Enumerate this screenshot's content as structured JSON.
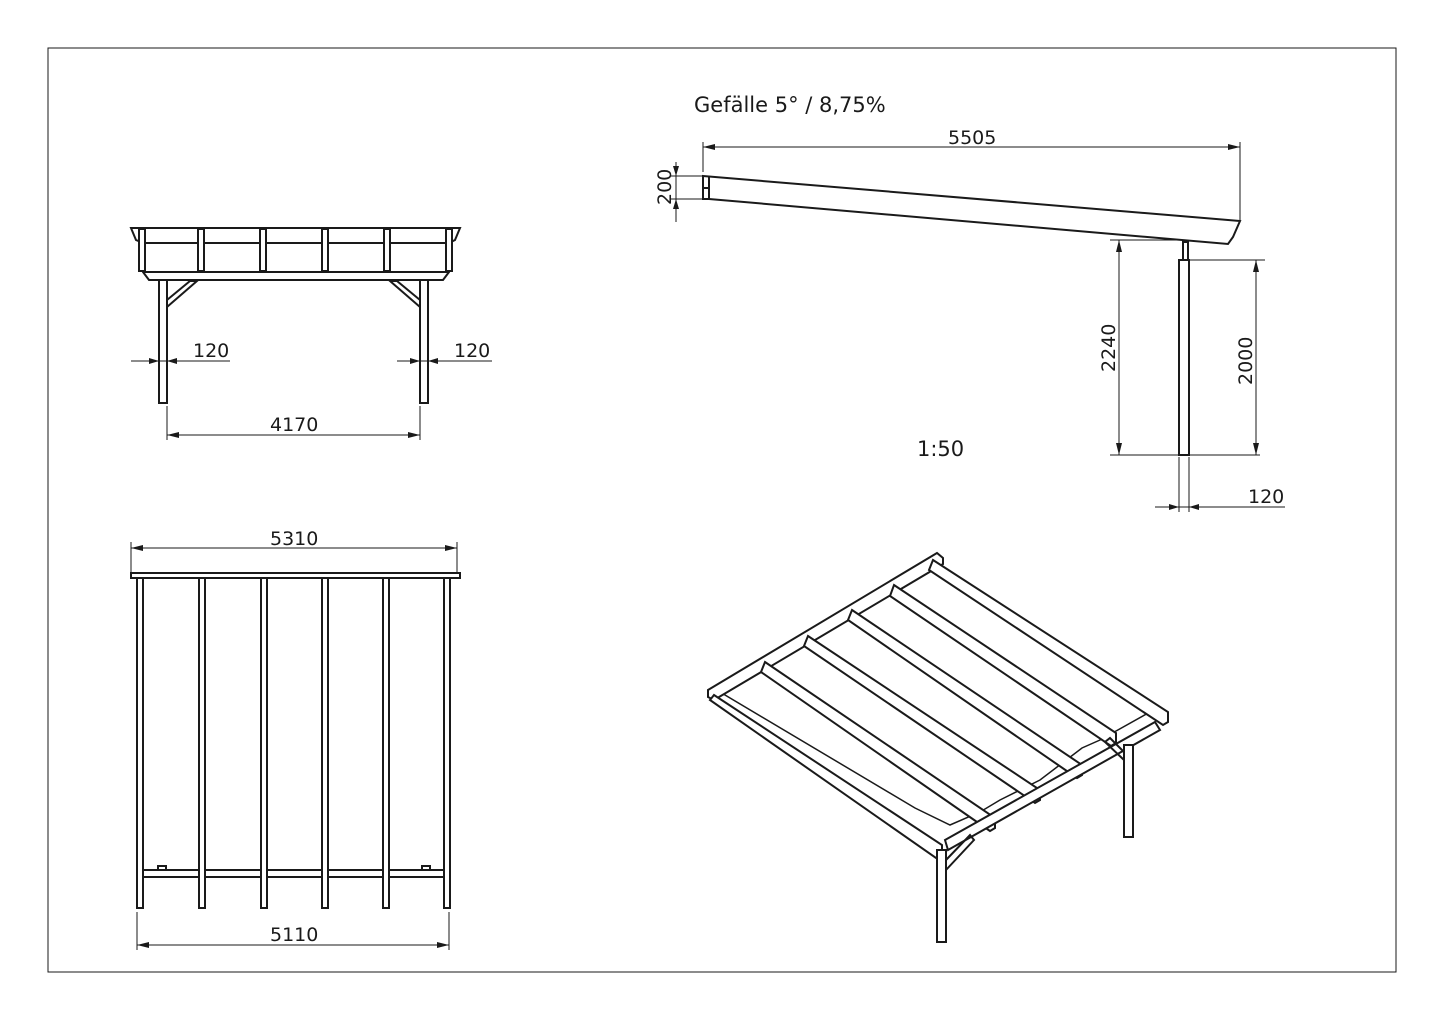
{
  "title": "Gefälle 5° / 8,75%",
  "scale": "1:50",
  "front_view": {
    "post_width_left": "120",
    "post_width_right": "120",
    "post_spacing": "4170"
  },
  "side_view": {
    "length": "5505",
    "beam_height": "200",
    "total_height": "2240",
    "post_height": "2000",
    "post_width": "120"
  },
  "plan_view": {
    "width_top": "5310",
    "width_bottom": "5110"
  }
}
